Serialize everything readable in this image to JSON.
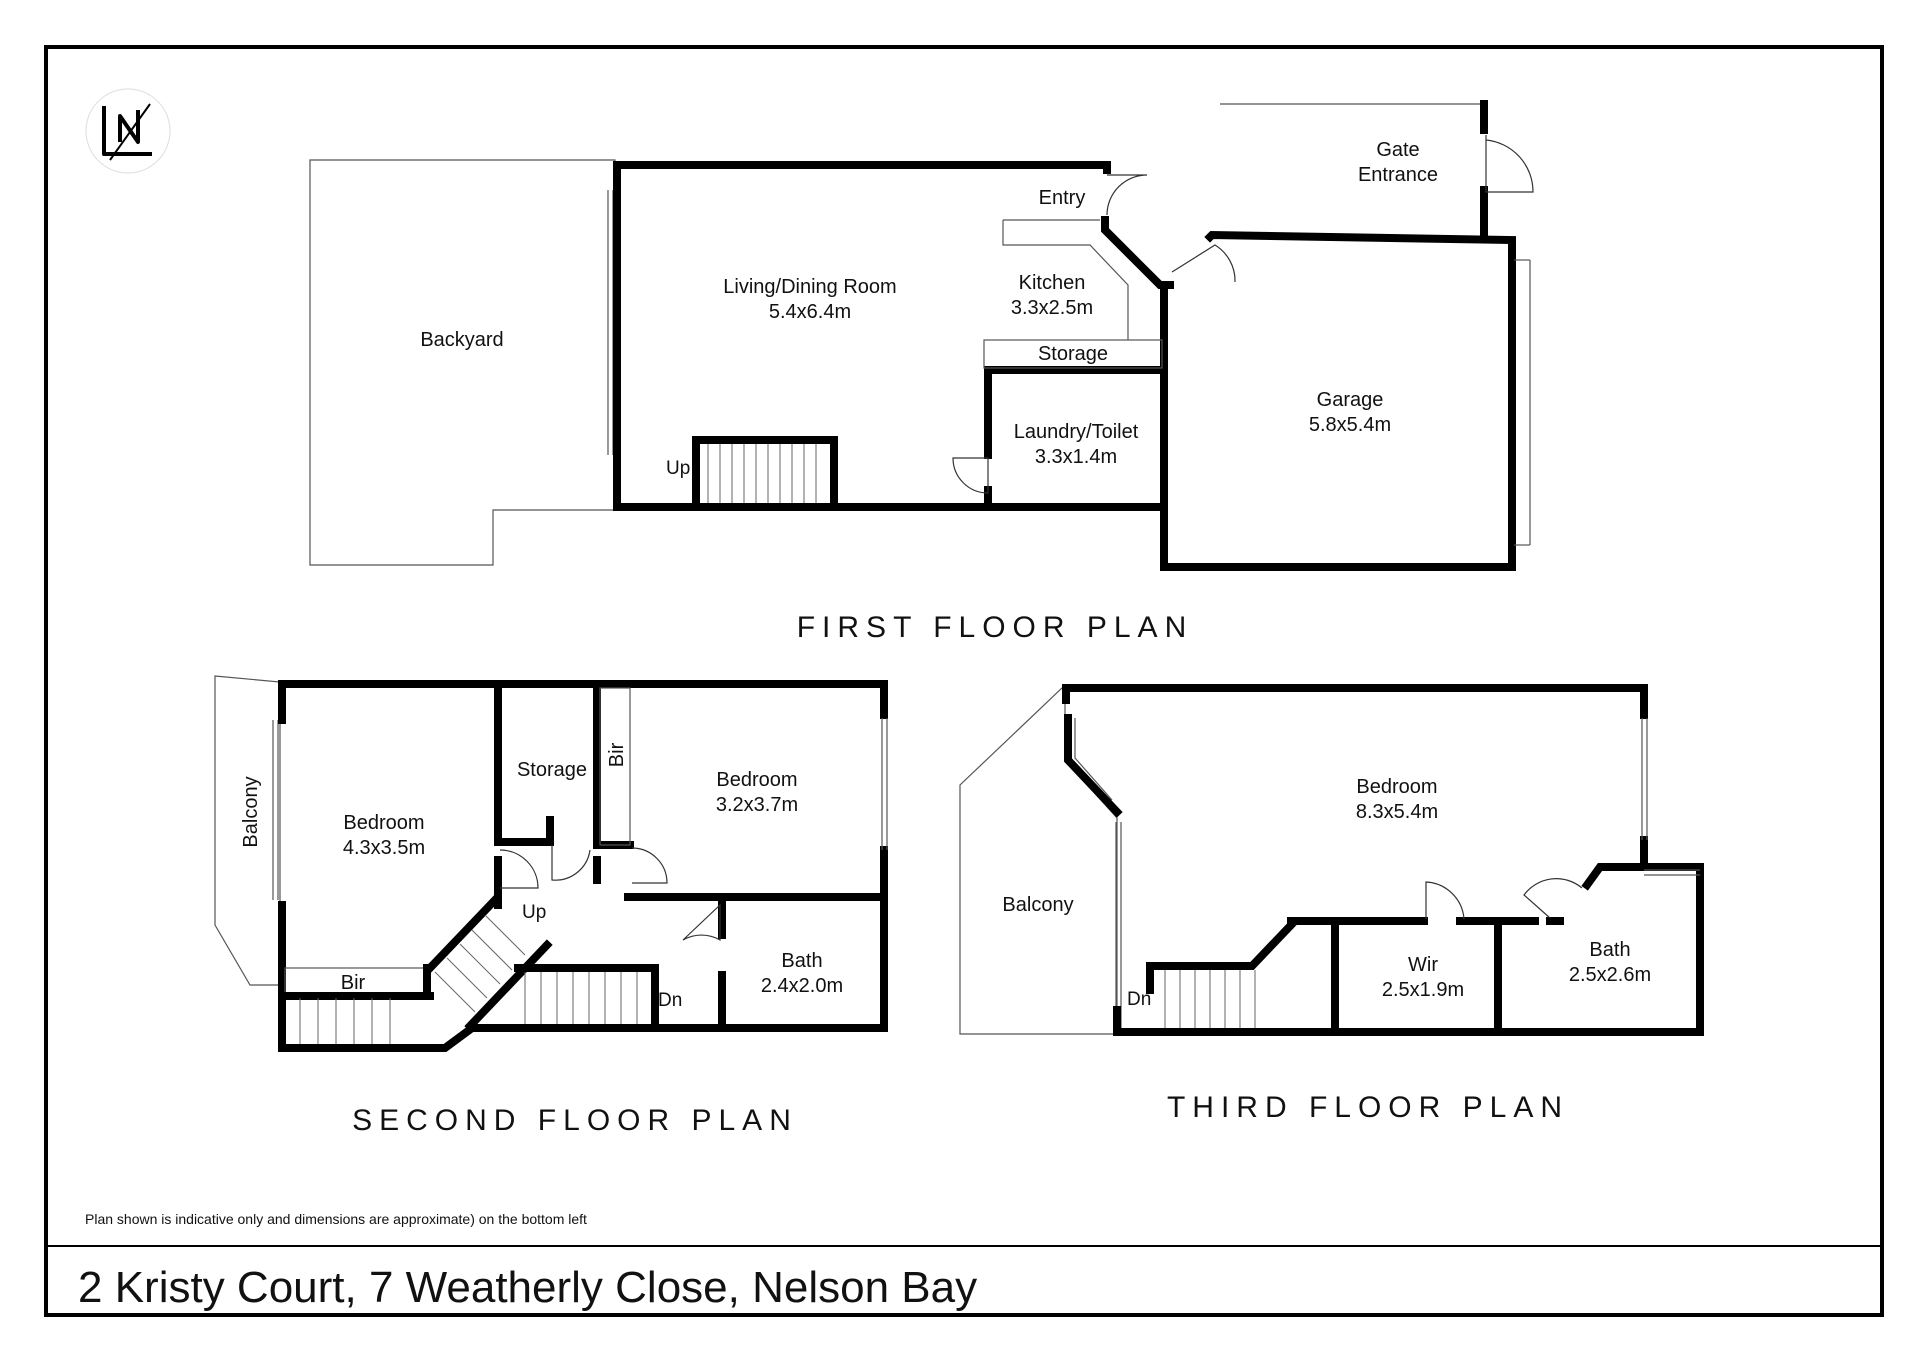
{
  "logo": {
    "name": "compass-logo",
    "letters": "N"
  },
  "floors": {
    "first": {
      "title": "FIRST FLOOR PLAN",
      "rooms": {
        "backyard": {
          "name": "Backyard"
        },
        "living": {
          "name": "Living/Dining Room",
          "dims": "5.4x6.4m"
        },
        "entry": {
          "name": "Entry"
        },
        "kitchen": {
          "name": "Kitchen",
          "dims": "3.3x2.5m"
        },
        "storage": {
          "name": "Storage"
        },
        "laundry": {
          "name": "Laundry/Toilet",
          "dims": "3.3x1.4m"
        },
        "garage": {
          "name": "Garage",
          "dims": "5.8x5.4m"
        },
        "gate": {
          "name_line1": "Gate",
          "name_line2": "Entrance"
        },
        "stair_up": "Up"
      }
    },
    "second": {
      "title": "SECOND FLOOR PLAN",
      "rooms": {
        "balcony": {
          "name": "Balcony"
        },
        "bedroom1": {
          "name": "Bedroom",
          "dims": "4.3x3.5m"
        },
        "storage": {
          "name": "Storage"
        },
        "bir_vertical": "Bir",
        "bedroom2": {
          "name": "Bedroom",
          "dims": "3.2x3.7m"
        },
        "bath": {
          "name": "Bath",
          "dims": "2.4x2.0m"
        },
        "bir": "Bir",
        "up": "Up",
        "dn": "Dn"
      }
    },
    "third": {
      "title": "THIRD FLOOR PLAN",
      "rooms": {
        "balcony": {
          "name": "Balcony"
        },
        "bedroom": {
          "name": "Bedroom",
          "dims": "8.3x5.4m"
        },
        "wir": {
          "name": "Wir",
          "dims": "2.5x1.9m"
        },
        "bath": {
          "name": "Bath",
          "dims": "2.5x2.6m"
        },
        "dn": "Dn"
      }
    }
  },
  "disclaimer": "Plan shown is indicative only and dimensions are approximate) on the bottom left",
  "address": "2 Kristy Court, 7 Weatherly Close, Nelson Bay"
}
